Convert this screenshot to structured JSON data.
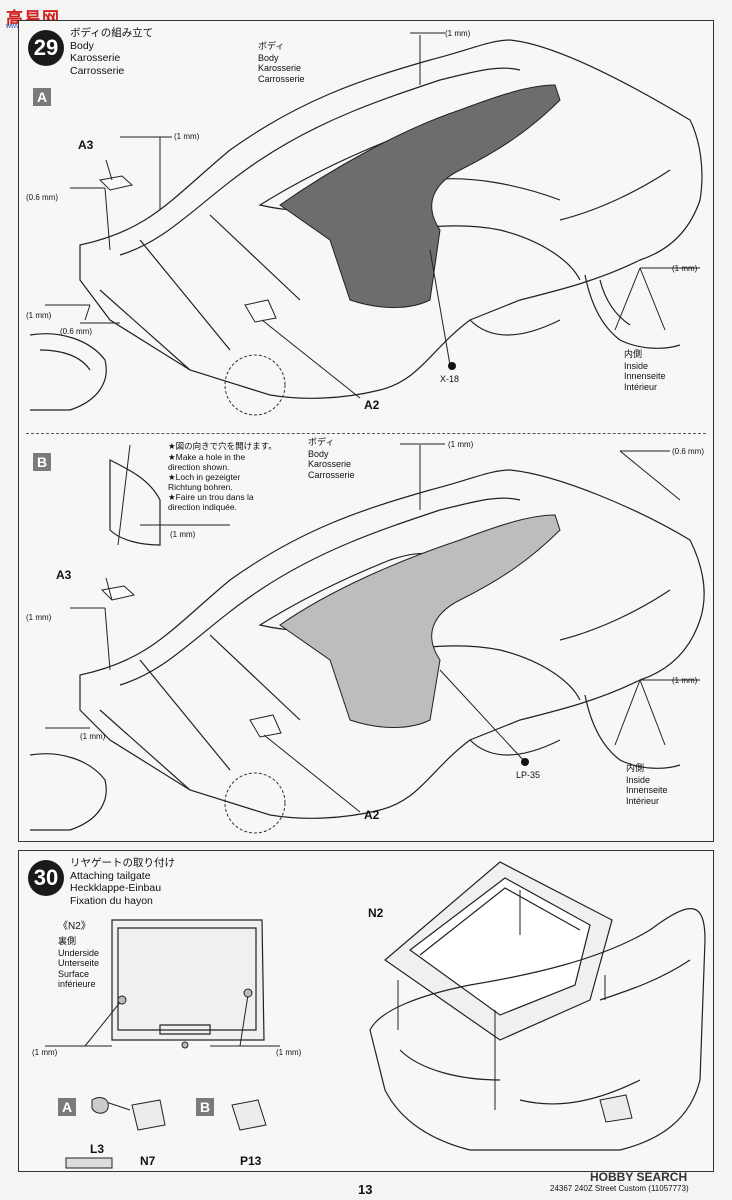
{
  "watermark_top": {
    "text": "高易网",
    "sub": "www.hobbysearch.com"
  },
  "step29": {
    "number": "29",
    "title_jp": "ボディの組み立て",
    "title_en": "Body",
    "title_de": "Karosserie",
    "title_fr": "Carrosserie",
    "subA": {
      "letter": "A",
      "body_label": [
        "ボディ",
        "Body",
        "Karosserie",
        "Carrosserie"
      ],
      "screw_1mm": "(1 mm)",
      "screw_06mm": "(0.6 mm)",
      "part_a3": "A3",
      "part_a2": "A2",
      "paint": "X-18",
      "inside": [
        "内側",
        "Inside",
        "Innenseite",
        "Intérieur"
      ]
    },
    "subB": {
      "letter": "B",
      "note": [
        "★図の向きで穴を開けます。",
        "★Make a hole in the",
        "direction shown.",
        "★Loch in gezeigter",
        "Richtung bohren.",
        "★Faire un trou dans la",
        "direction indiquée."
      ],
      "body_label": [
        "ボディ",
        "Body",
        "Karosserie",
        "Carrosserie"
      ],
      "screw_1mm": "(1 mm)",
      "screw_06mm": "(0.6 mm)",
      "part_a3": "A3",
      "part_a2": "A2",
      "paint": "LP-35",
      "inside": [
        "内側",
        "Inside",
        "Innenseite",
        "Intérieur"
      ]
    }
  },
  "step30": {
    "number": "30",
    "title_jp": "リヤゲートの取り付け",
    "title_en": "Attaching tailgate",
    "title_de": "Heckklappe-Einbau",
    "title_fr": "Fixation du hayon",
    "n2_header": "《N2》",
    "underside": [
      "裏側",
      "Underside",
      "Unterseite",
      "Surface",
      "inférieure"
    ],
    "screw_1mm": "(1 mm)",
    "part_n2": "N2",
    "subA": {
      "letter": "A",
      "part_l3": "L3",
      "part_n7": "N7"
    },
    "subB": {
      "letter": "B",
      "part_p13": "P13"
    }
  },
  "footer": {
    "page_number": "13",
    "code": "24367 240Z Street Custom (11057773)",
    "watermark": "HOBBY SEARCH"
  }
}
